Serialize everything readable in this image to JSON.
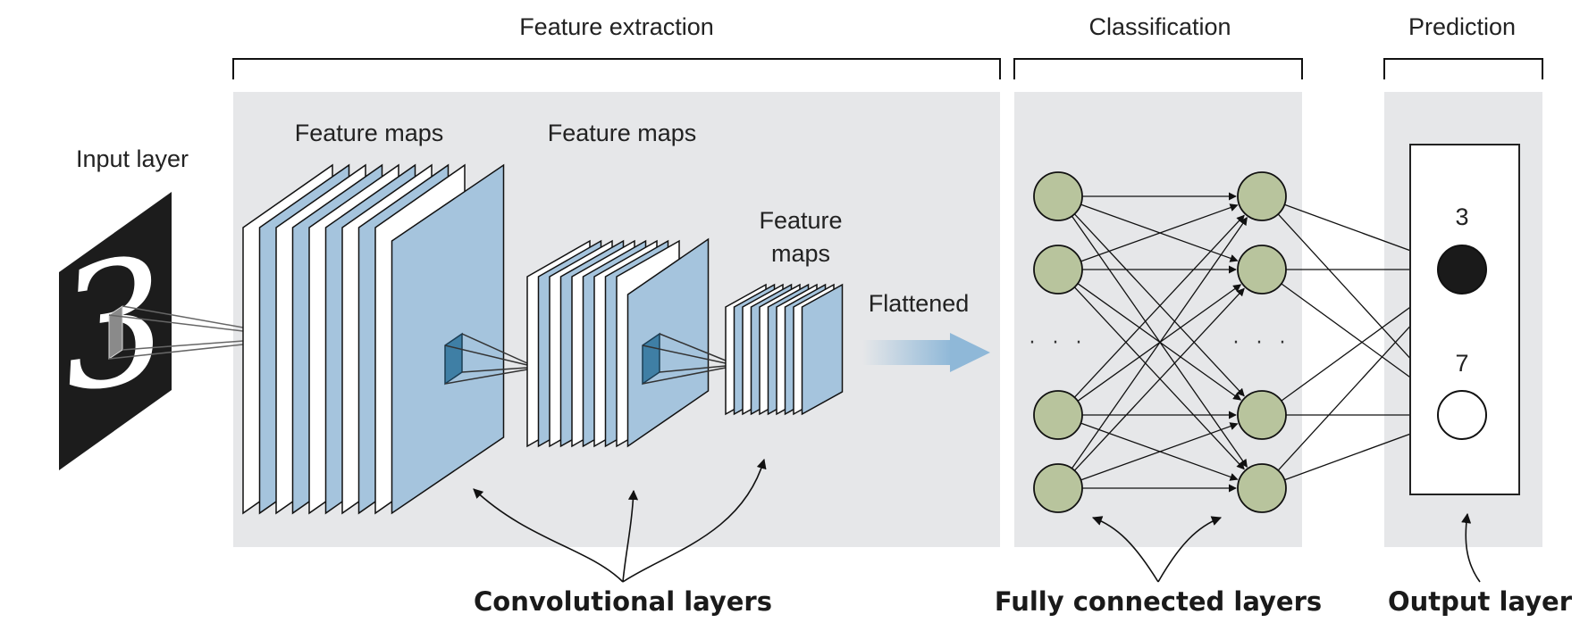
{
  "sections": {
    "feature_extraction": "Feature extraction",
    "classification": "Classification",
    "prediction": "Prediction"
  },
  "labels": {
    "input_layer": "Input layer",
    "feature_maps_1": "Feature maps",
    "feature_maps_2": "Feature maps",
    "feature_maps_3_line1": "Feature",
    "feature_maps_3_line2": "maps",
    "flattened": "Flattened",
    "ellipsis": "· · ·",
    "output_3": "3",
    "output_7": "7",
    "input_digit": "3"
  },
  "captions": {
    "convolutional": "Convolutional layers",
    "fully_connected": "Fully connected layers",
    "output": "Output layer"
  },
  "colors": {
    "panel": "#e6e7e9",
    "feature_map": "#a5c4dd",
    "neuron": "#b8c49d",
    "active_output": "#1a1a1a",
    "arrow": "#8fb8d8"
  }
}
